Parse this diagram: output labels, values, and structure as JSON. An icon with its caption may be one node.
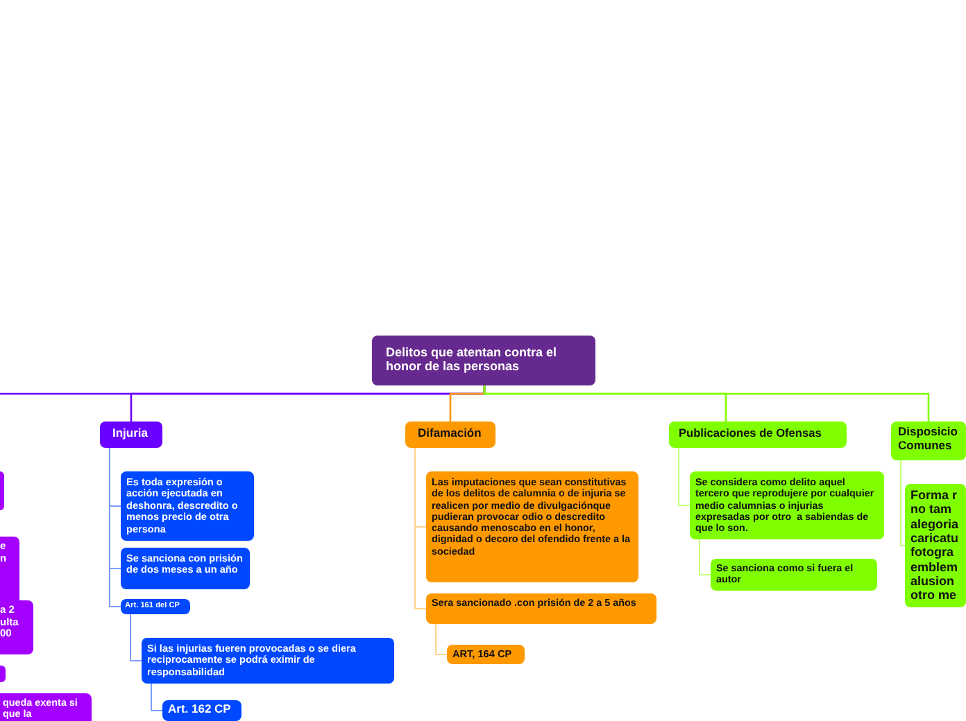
{
  "diagram": {
    "nodes": [
      {
        "text": [
          "Delitos que atentan contra el honor de las personas"
        ]
      },
      {
        "text": [
          "Injuria"
        ]
      },
      {
        "text": [
          "Es toda expresión o acción ejecutada en deshonra, descredito o menos precio de otra persona"
        ]
      },
      {
        "text": [
          "Se sanciona con prisión de dos meses a un año"
        ]
      },
      {
        "text": [
          "Art. 161 del CP"
        ]
      },
      {
        "text": [
          "Si las injurias fueren provocadas o se diera reciprocamente se podrá eximir de responsabilidad"
        ]
      },
      {
        "text": [
          "Art. 162 CP"
        ]
      },
      {
        "text": [
          "Difamación"
        ]
      },
      {
        "text": [
          "Las imputaciones que sean constitutivas de los delitos de calumnia o de injuria se realicen por medio de divulgaciónque pudieran provocar odio o descredito causando menoscabo en el honor, dignidad o decoro del ofendido frente a la sociedad"
        ]
      },
      {
        "text": [
          "Sera sancionado .con prisión de 2 a 5 años"
        ]
      },
      {
        "text": [
          "ART, 164 CP"
        ]
      },
      {
        "text": [
          "Publicaciones de Ofensas"
        ]
      },
      {
        "text": [
          "Se considera como delito aquel tercero que reprodujere por cualquier medio calumnias o injurias expresadas por otro  a sabiendas de que lo son."
        ]
      },
      {
        "text": [
          "Se sanciona como si fuera el autor"
        ]
      },
      {
        "text": [
          "Disposicio Comunes"
        ]
      },
      {
        "text": [
          "Forma r no tam alegoria caricatu fotogra emblem alusion otro me"
        ]
      },
      {
        "text": [],
        "shape": "box"
      },
      {
        "text": [
          "e n"
        ]
      },
      {
        "text": [
          "a 2 ulta 00"
        ]
      },
      {
        "text": [],
        "shape": "box"
      },
      {
        "text": [
          "queda exenta si que la"
        ]
      }
    ],
    "edges": [
      {
        "from": 0,
        "to": null,
        "arrow": "none",
        "color": "#6a00ff"
      },
      {
        "from": 0,
        "to": 1,
        "arrow": "none",
        "color": "#6a00ff"
      },
      {
        "from": 0,
        "to": 7,
        "arrow": "none",
        "color": "#ff9900"
      },
      {
        "from": 0,
        "to": 11,
        "arrow": "none",
        "color": "#80ff00"
      },
      {
        "from": 0,
        "to": 14,
        "arrow": "none",
        "color": "#80ff00"
      },
      {
        "from": 1,
        "to": 2,
        "arrow": "none",
        "color": "#7a9cff"
      },
      {
        "from": 1,
        "to": 3,
        "arrow": "none",
        "color": "#7a9cff"
      },
      {
        "from": 1,
        "to": 4,
        "arrow": "none",
        "color": "#7a9cff"
      },
      {
        "from": 4,
        "to": 5,
        "arrow": "none",
        "color": "#7a9cff"
      },
      {
        "from": 5,
        "to": 6,
        "arrow": "none",
        "color": "#7a9cff"
      },
      {
        "from": 7,
        "to": 8,
        "arrow": "none",
        "color": "#ffd38a"
      },
      {
        "from": 7,
        "to": 9,
        "arrow": "none",
        "color": "#ffd38a"
      },
      {
        "from": 9,
        "to": 10,
        "arrow": "none",
        "color": "#ffd38a"
      },
      {
        "from": 11,
        "to": 12,
        "arrow": "none",
        "color": "#c4ff7a"
      },
      {
        "from": 12,
        "to": 13,
        "arrow": "none",
        "color": "#c4ff7a"
      },
      {
        "from": 14,
        "to": 15,
        "arrow": "none",
        "color": "#c4ff7a"
      }
    ]
  }
}
